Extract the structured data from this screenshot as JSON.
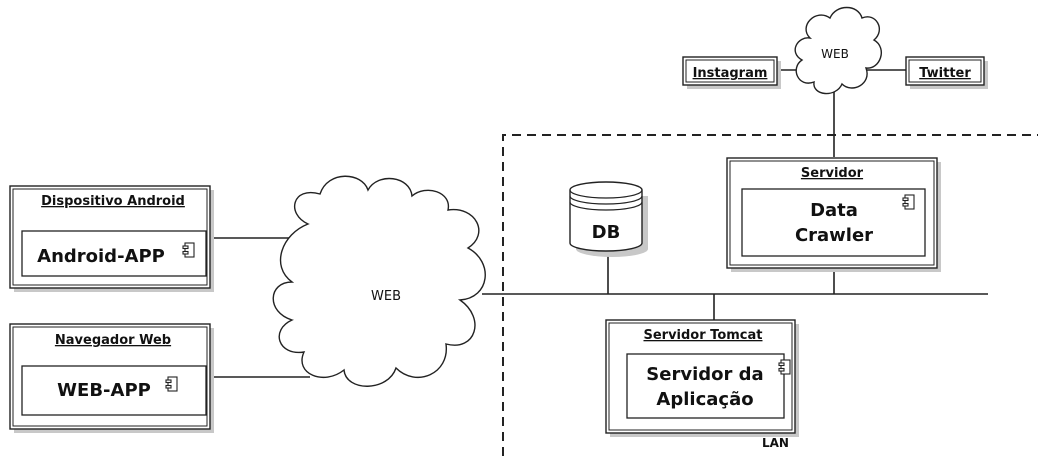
{
  "nodes": {
    "web_top": "WEB",
    "instagram": "Instagram",
    "twitter": "Twitter",
    "servidor_title": "Servidor",
    "data_crawler_line1": "Data",
    "data_crawler_line2": "Crawler",
    "db": "DB",
    "android_device_title": "Dispositivo Android",
    "android_app": "Android-APP",
    "web_center": "WEB",
    "navegador_title": "Navegador Web",
    "web_app": "WEB-APP",
    "tomcat_title": "Servidor Tomcat",
    "app_server_line1": "Servidor da",
    "app_server_line2": "Aplicação",
    "lan": "LAN"
  },
  "colors": {
    "stroke": "#222222",
    "fill": "#ffffff",
    "shadow": "#c8c8c8"
  }
}
